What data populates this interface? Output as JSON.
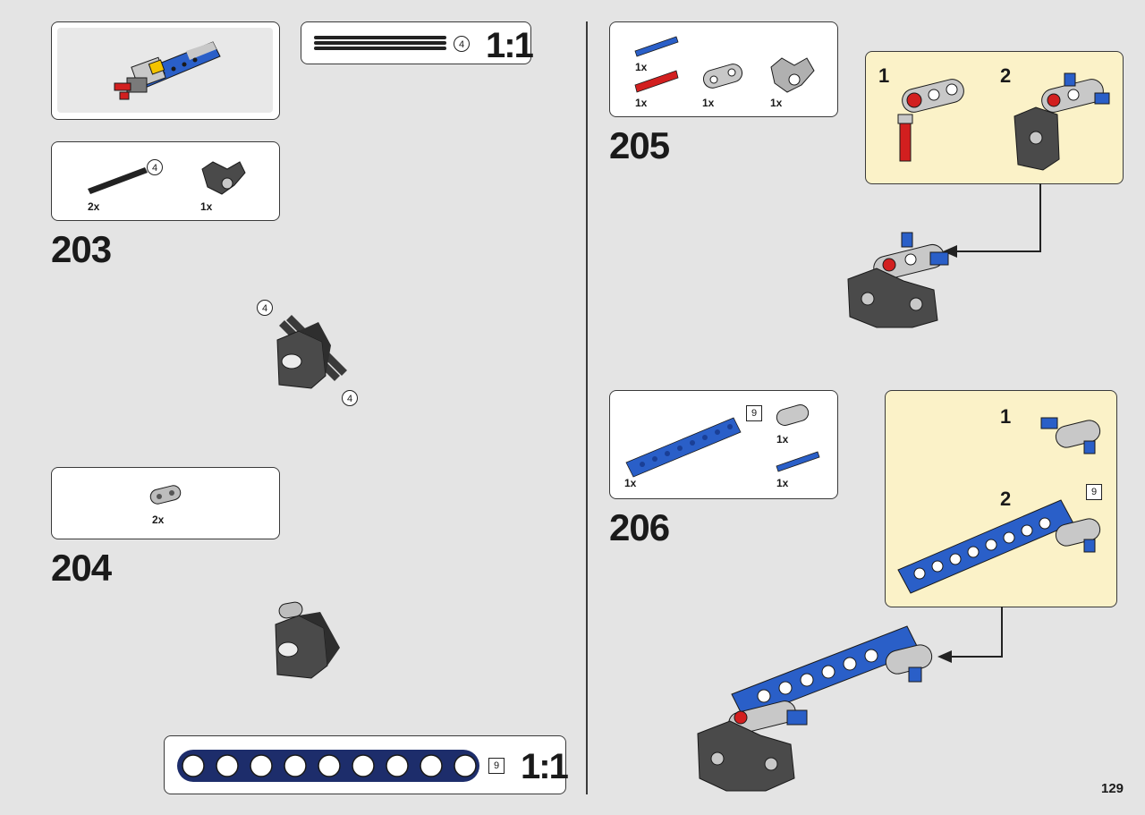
{
  "page_number": "129",
  "left": {
    "ratio_top": {
      "count": "4",
      "scale": "1:1"
    },
    "step203": {
      "number": "203",
      "parts": [
        {
          "qty": "2x",
          "count": "4"
        },
        {
          "qty": "1x"
        }
      ],
      "callouts": [
        "4",
        "4"
      ]
    },
    "step204": {
      "number": "204",
      "parts": [
        {
          "qty": "2x"
        }
      ]
    },
    "ratio_bottom": {
      "count": "9",
      "scale": "1:1"
    }
  },
  "right": {
    "step205": {
      "number": "205",
      "parts": [
        {
          "qty": "1x"
        },
        {
          "qty": "1x"
        },
        {
          "qty": "1x"
        },
        {
          "qty": "1x"
        }
      ],
      "substeps": [
        "1",
        "2"
      ]
    },
    "step206": {
      "number": "206",
      "parts": [
        {
          "qty": "1x",
          "count": "9"
        },
        {
          "qty": "1x"
        },
        {
          "qty": "1x"
        }
      ],
      "substeps": [
        "1",
        "2"
      ],
      "substep_count": "9"
    }
  },
  "colors": {
    "blue": "#2a5fc8",
    "red": "#d21f1f",
    "light_gray": "#c8c8c8",
    "dark_gray": "#3a3a3a",
    "note_bg": "#fbf2c8"
  }
}
